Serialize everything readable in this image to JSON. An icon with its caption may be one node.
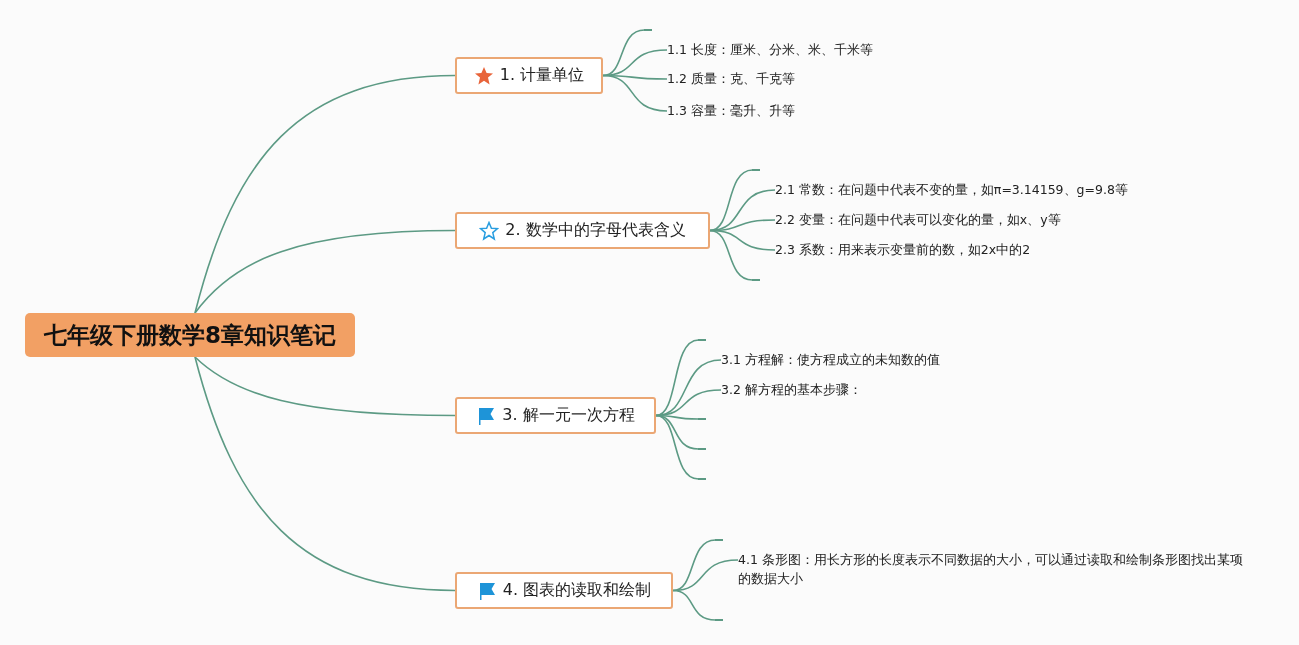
{
  "diagram": {
    "nodes": [
      {
        "text": [
          "七年级下册数学8章知识笔记"
        ]
      },
      {
        "text": [
          "1. 计量单位"
        ]
      },
      {
        "text": [],
        "shape": "line"
      },
      {
        "text": [
          "1.1 长度：厘米、分米、米、千米等"
        ]
      },
      {
        "text": [
          "1.2 质量：克、千克等"
        ]
      },
      {
        "text": [
          "1.3 容量：毫升、升等"
        ]
      },
      {
        "text": [
          "2. 数学中的字母代表含义"
        ]
      },
      {
        "text": [],
        "shape": "line"
      },
      {
        "text": [
          "2.1 常数：在问题中代表不变的量，如π=3.14159、g=9.8等"
        ]
      },
      {
        "text": [
          "2.2 变量：在问题中代表可以变化的量，如x、y等"
        ]
      },
      {
        "text": [
          "2.3 系数：用来表示变量前的数，如2x中的2"
        ]
      },
      {
        "text": [],
        "shape": "line"
      },
      {
        "text": [
          "3. 解一元一次方程"
        ]
      },
      {
        "text": [],
        "shape": "line"
      },
      {
        "text": [
          "3.1 方程解：使方程成立的未知数的值"
        ]
      },
      {
        "text": [
          "3.2 解方程的基本步骤："
        ]
      },
      {
        "text": [],
        "shape": "line"
      },
      {
        "text": [],
        "shape": "line"
      },
      {
        "text": [],
        "shape": "line"
      },
      {
        "text": [
          "4. 图表的读取和绘制"
        ]
      },
      {
        "text": [],
        "shape": "line"
      },
      {
        "text": [
          "4.1 条形图：用长方形的长度表示不同数据的大小，可以通过读取和绘制条形图找出某项的数据大小"
        ]
      },
      {
        "text": [],
        "shape": "line"
      }
    ],
    "edges": [
      {
        "from": 0,
        "to": 1,
        "arrow": "none"
      },
      {
        "from": 0,
        "to": 6,
        "arrow": "none"
      },
      {
        "from": 0,
        "to": 12,
        "arrow": "none"
      },
      {
        "from": 0,
        "to": 19,
        "arrow": "none"
      },
      {
        "from": 1,
        "to": 2,
        "arrow": "none"
      },
      {
        "from": 1,
        "to": 3,
        "arrow": "none"
      },
      {
        "from": 1,
        "to": 4,
        "arrow": "none"
      },
      {
        "from": 1,
        "to": 5,
        "arrow": "none"
      },
      {
        "from": 6,
        "to": 7,
        "arrow": "none"
      },
      {
        "from": 6,
        "to": 8,
        "arrow": "none"
      },
      {
        "from": 6,
        "to": 9,
        "arrow": "none"
      },
      {
        "from": 6,
        "to": 10,
        "arrow": "none"
      },
      {
        "from": 6,
        "to": 11,
        "arrow": "none"
      },
      {
        "from": 12,
        "to": 13,
        "arrow": "none"
      },
      {
        "from": 12,
        "to": 14,
        "arrow": "none"
      },
      {
        "from": 12,
        "to": 15,
        "arrow": "none"
      },
      {
        "from": 12,
        "to": 16,
        "arrow": "none"
      },
      {
        "from": 12,
        "to": 17,
        "arrow": "none"
      },
      {
        "from": 12,
        "to": 18,
        "arrow": "none"
      },
      {
        "from": 19,
        "to": 20,
        "arrow": "none"
      },
      {
        "from": 19,
        "to": 21,
        "arrow": "none"
      },
      {
        "from": 19,
        "to": 22,
        "arrow": "none"
      }
    ]
  }
}
